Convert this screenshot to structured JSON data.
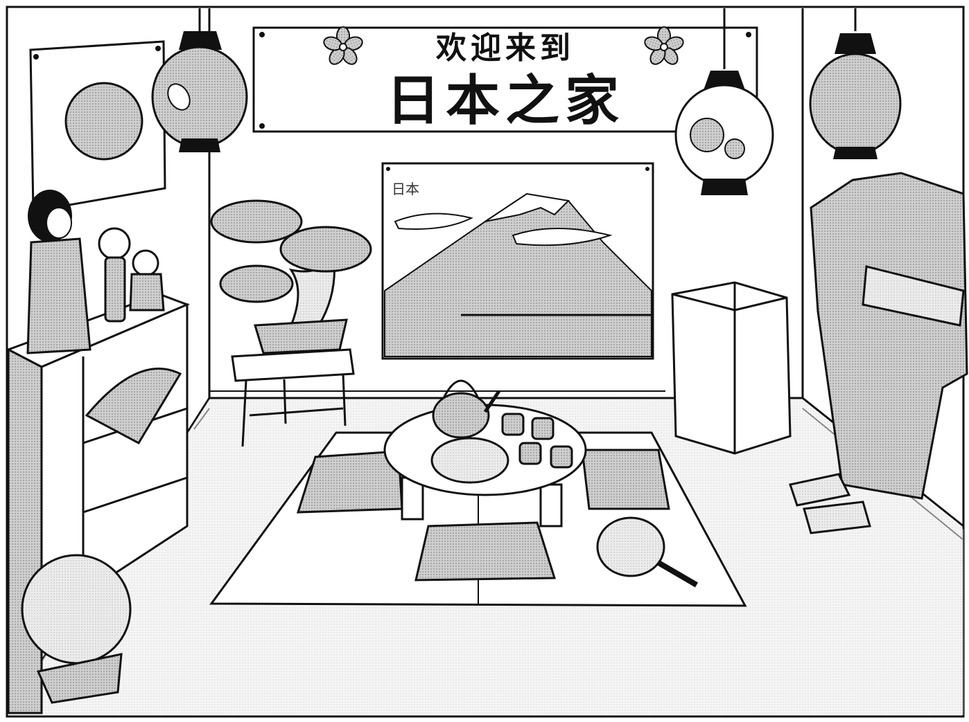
{
  "banner": {
    "line1": "欢迎来到",
    "line2": "日本之家"
  },
  "poster": {
    "label": "日本"
  },
  "colors": {
    "ink": "#111111",
    "gray": "#a8a8a8",
    "light_gray": "#d6d6d6",
    "paper": "#ffffff"
  }
}
